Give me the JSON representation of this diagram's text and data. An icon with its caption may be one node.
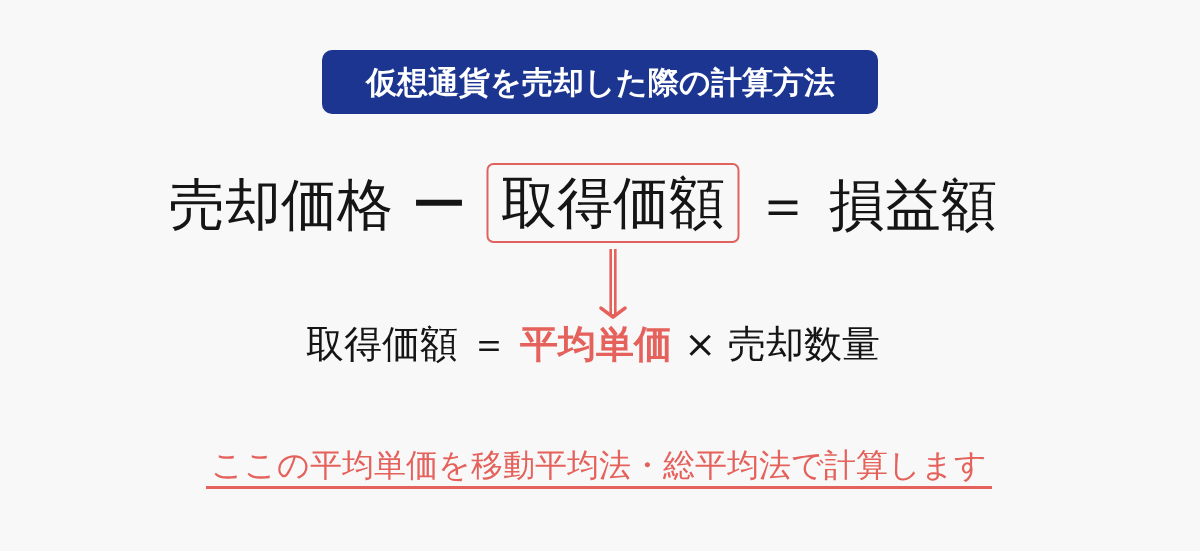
{
  "diagram": {
    "title": "仮想通貨を売却した際の計算方法",
    "nodes": [
      {
        "text": [
          "取得価額"
        ]
      },
      {
        "text": [
          "取得価額 ＝ **平均単価** × 売却数量"
        ]
      }
    ],
    "edges": [
      {
        "from": 0,
        "to": 1,
        "arrow": "to"
      }
    ],
    "labels": [
      "売却価格 ー",
      "＝ 損益額",
      "ここの平均単価を移動平均法・総平均法で計算します"
    ]
  }
}
